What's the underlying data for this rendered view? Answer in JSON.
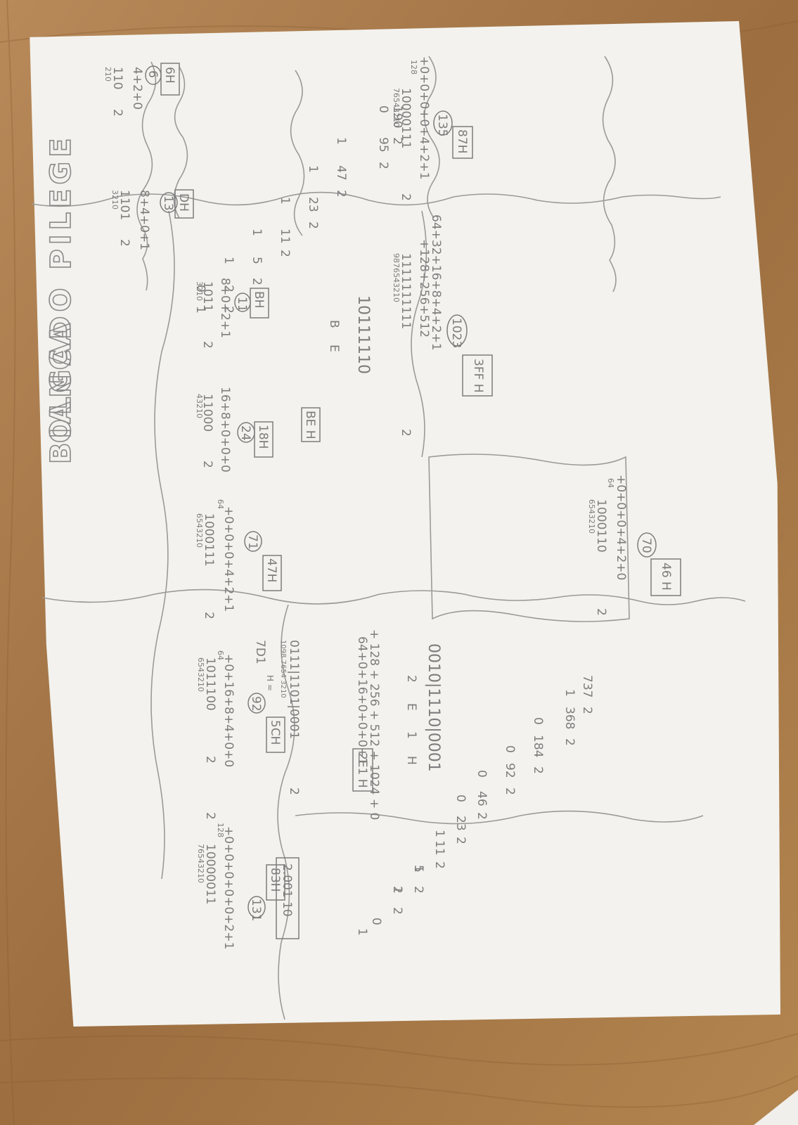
{
  "student_name": {
    "first": "BIANCA",
    "last": "OLGADO PILEGE"
  },
  "cells": [
    {
      "id": "c1",
      "lines": [
        "210",
        "110",
        "2",
        "4+2+0"
      ],
      "decimal": "6",
      "hex": "6H"
    },
    {
      "id": "c2",
      "lines": [
        "3210",
        "1101",
        "2",
        "8+4+0+1"
      ],
      "decimal": "13",
      "hex": "DH"
    },
    {
      "id": "c3",
      "lines": [
        "3210",
        "1011",
        "2",
        "8+0+2+1"
      ],
      "decimal": "11",
      "hex": "BH"
    },
    {
      "id": "c4",
      "lines": [
        "43210",
        "11000",
        "2",
        "16+8+0+0+0"
      ],
      "decimal": "24",
      "hex": "18H"
    },
    {
      "id": "c5",
      "lines": [
        "6543210",
        "1000111",
        "2",
        "64",
        "+0+0+0+4+2+1"
      ],
      "decimal": "71",
      "hex": "47H"
    },
    {
      "id": "c6",
      "lines": [
        "6543210",
        "1011100",
        "2",
        "64",
        "+0+16+8+4+0+0"
      ],
      "decimal": "92",
      "hex": "5CH"
    },
    {
      "id": "c7",
      "lines": [
        "76543210",
        "10000011",
        "2",
        "128",
        "+0+0+0+0+0+2+1"
      ],
      "decimal": "131",
      "hex": "83H"
    },
    {
      "id": "c8",
      "lines": [
        "76543210",
        "10000111",
        "2",
        "128",
        "+0+0+0+0+4+2+1"
      ],
      "decimal": "135",
      "hex": "87H"
    },
    {
      "id": "c9",
      "lines": [
        "9876543210",
        "1111111111",
        "2",
        "+128+256+512",
        "64+32+16+8+4+2+1"
      ],
      "decimal": "1023",
      "hex": "3FF H"
    },
    {
      "id": "c10",
      "lines": [
        "6543210",
        "1000110",
        "2",
        "64",
        "+0+0+0+4+2+0"
      ],
      "decimal": "70",
      "hex": "46 H"
    }
  ],
  "division_190": {
    "dividends": [
      "190",
      "95",
      "47",
      "23",
      "11",
      "5",
      "2"
    ],
    "remainders": [
      "0",
      "1",
      "1",
      "1",
      "1",
      "1",
      "0",
      "1"
    ],
    "divisor": "2",
    "binary": "10111110",
    "nibbles": [
      "B",
      "E"
    ],
    "hex": "BE H"
  },
  "division_737": {
    "dividends": [
      "737",
      "368",
      "184",
      "92",
      "46",
      "23",
      "11",
      "5",
      "2"
    ],
    "remainders": [
      "1",
      "0",
      "0",
      "0",
      "0",
      "1",
      "1",
      "1",
      "0",
      "1"
    ],
    "divisor": "2",
    "binary": "0010|1110|0001",
    "nibbles": [
      "2",
      "E",
      "1",
      "H"
    ],
    "hex": "2E1 H"
  },
  "hex_7d1": {
    "title": "7D1",
    "suffix": "H =",
    "positions": "1098 7654 3210",
    "binary": "0111|1101|0001",
    "base": "2",
    "sum_line1": "64+0+16+0+0+0+1",
    "sum_line2": "+ 128 + 256 + 512 + 1024 + 0",
    "answer": "2.001 10"
  }
}
